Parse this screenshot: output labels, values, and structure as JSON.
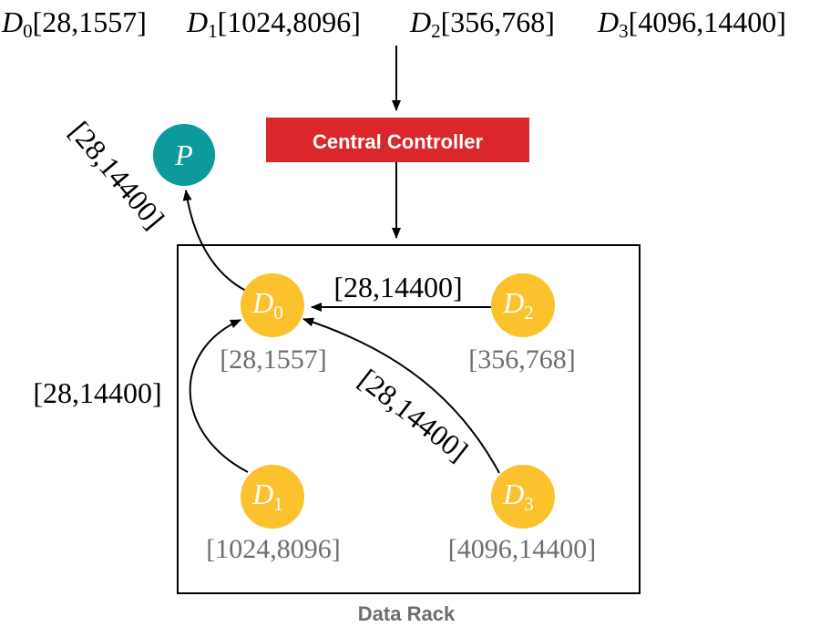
{
  "header": {
    "items": [
      {
        "name": "D",
        "sub": "0",
        "range": "[28,1557]"
      },
      {
        "name": "D",
        "sub": "1",
        "range": "[1024,8096]"
      },
      {
        "name": "D",
        "sub": "2",
        "range": "[356,768]"
      },
      {
        "name": "D",
        "sub": "3",
        "range": "[4096,14400]"
      }
    ]
  },
  "controller": {
    "label": "Central Controller",
    "color": "#d9272c"
  },
  "rack": {
    "label": "Data Rack"
  },
  "nodes": {
    "p": {
      "label": "P",
      "color": "#0e9a9c"
    },
    "d0": {
      "name": "D",
      "sub": "0",
      "range": "[28,1557]"
    },
    "d1": {
      "name": "D",
      "sub": "1",
      "range": "[1024,8096]"
    },
    "d2": {
      "name": "D",
      "sub": "2",
      "range": "[356,768]"
    },
    "d3": {
      "name": "D",
      "sub": "3",
      "range": "[4096,14400]"
    },
    "data_color": "#fcc22d",
    "range_color": "#6d6e71"
  },
  "edges": {
    "d0_to_p": "[28,14400]",
    "d2_to_d0": "[28,14400]",
    "d1_to_d0": "[28,14400]",
    "d3_to_d0": "[28,14400]"
  }
}
